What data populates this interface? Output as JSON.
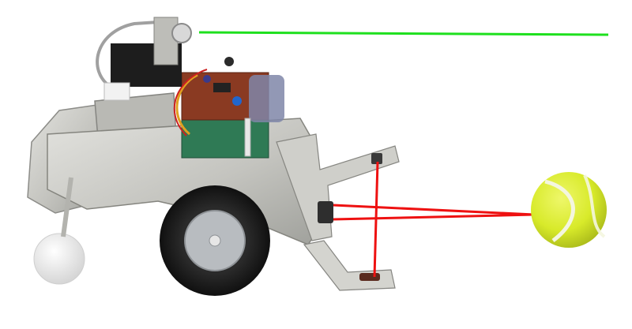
{
  "scene": {
    "background_color": "#ffffff",
    "robot_chassis_color": "#c9c9c4",
    "wheel_tire_color": "#1f1f1f",
    "wheel_hub_color": "#b8bcc0",
    "circuit_board_color": "#8a3a22",
    "sensor_board_color": "#2f7a55",
    "ball_color": "#d8ea2a",
    "ball_seam_color": "#f4f6df",
    "green_beam_color": "#1ee01e",
    "red_beam_color": "#ee1111",
    "objects": [
      "robot",
      "tennis-ball",
      "green-laser-beam",
      "red-sensor-beams"
    ]
  }
}
